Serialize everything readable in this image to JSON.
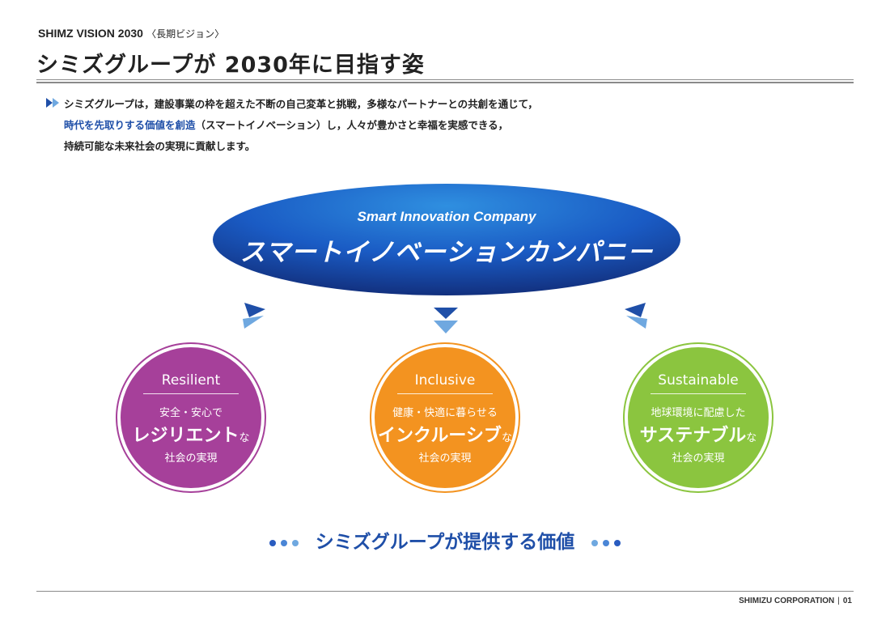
{
  "header": {
    "brand": "SHIMZ VISION 2030",
    "subtitle": "〈長期ビジョン〉",
    "title": "シミズグループが 2030年に目指す姿"
  },
  "intro": {
    "line1": "シミズグループは，建設事業の枠を超えた不断の自己変革と挑戦，多様なパートナーとの共創を通じて，",
    "line2_highlight": "時代を先取りする価値を創造",
    "line2_rest": "（スマートイノベーション）し，人々が豊かさと幸福を実感できる，",
    "line3": "持続可能な未来社会の実現に貢献します。"
  },
  "vision": {
    "english": "Smart Innovation Company",
    "japanese": "スマートイノベーションカンパニー"
  },
  "values": [
    {
      "en": "Resilient",
      "pre": "安全・安心で",
      "main": "レジリエント",
      "suffix": "な",
      "post": "社会の実現",
      "color": "#a6409a"
    },
    {
      "en": "Inclusive",
      "pre": "健康・快適に暮らせる",
      "main": "インクルーシブ",
      "suffix": "な",
      "post": "社会の実現",
      "color": "#f39320"
    },
    {
      "en": "Sustainable",
      "pre": "地球環境に配慮した",
      "main": "サステナブル",
      "suffix": "な",
      "post": "社会の実現",
      "color": "#8bc53f"
    }
  ],
  "value_caption": "シミズグループが提供する価値",
  "footer": {
    "company": "SHIMIZU CORPORATION",
    "page": "01"
  },
  "colors": {
    "accent_blue": "#1f4fa8",
    "dot_dark": "#2a5cc0",
    "dot_light": "#6fa8e0"
  },
  "icons": [
    "double-arrow-icon",
    "chevron-down-icon"
  ]
}
